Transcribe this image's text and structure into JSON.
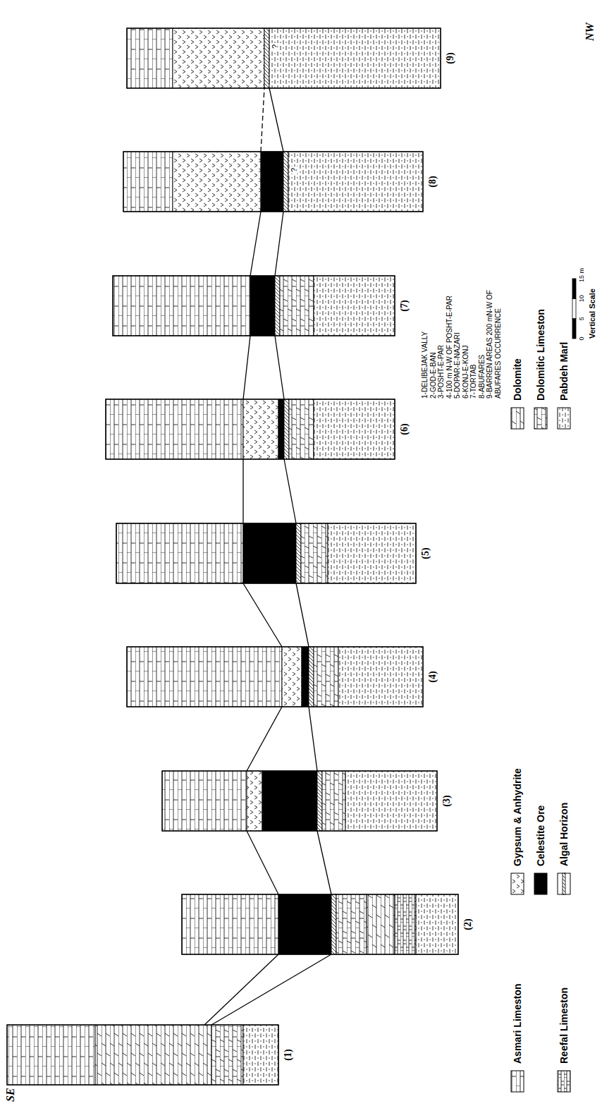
{
  "diagram": {
    "labels": [
      "SE",
      "NW",
      "(1)",
      "(2)",
      "(3)",
      "(4)",
      "(5)",
      "(6)",
      "(7)",
      "(8)",
      "(9)",
      "?",
      "?",
      "1-DELIBEJAK VALLY",
      "2-GOD-E-BAN",
      "3-POSHT-E-PAR",
      "4-100 m N-W OF POSHT-E-PAR",
      "5-DOPAR-E-NAZARI",
      "6-KONJ-E-KONJ",
      "7-TORTAB",
      "8-ABUFARES",
      "9-BARREN AREAS 200 mN-W OF ABUFARES OCCURRENCE",
      "0",
      "5",
      "10",
      "15 m",
      "Vertical Scale"
    ],
    "legend": [
      {
        "text": "Asmari Limeston"
      },
      {
        "text": "Gypsum & Anhydrite"
      },
      {
        "text": "Celestite Ore",
        "color": "#000000"
      },
      {
        "text": "Algal Horizon"
      },
      {
        "text": "Reefal Limeston"
      },
      {
        "text": "Dolomite"
      },
      {
        "text": "Dolomitic Limeston"
      },
      {
        "text": "Pabdeh Marl"
      }
    ]
  }
}
